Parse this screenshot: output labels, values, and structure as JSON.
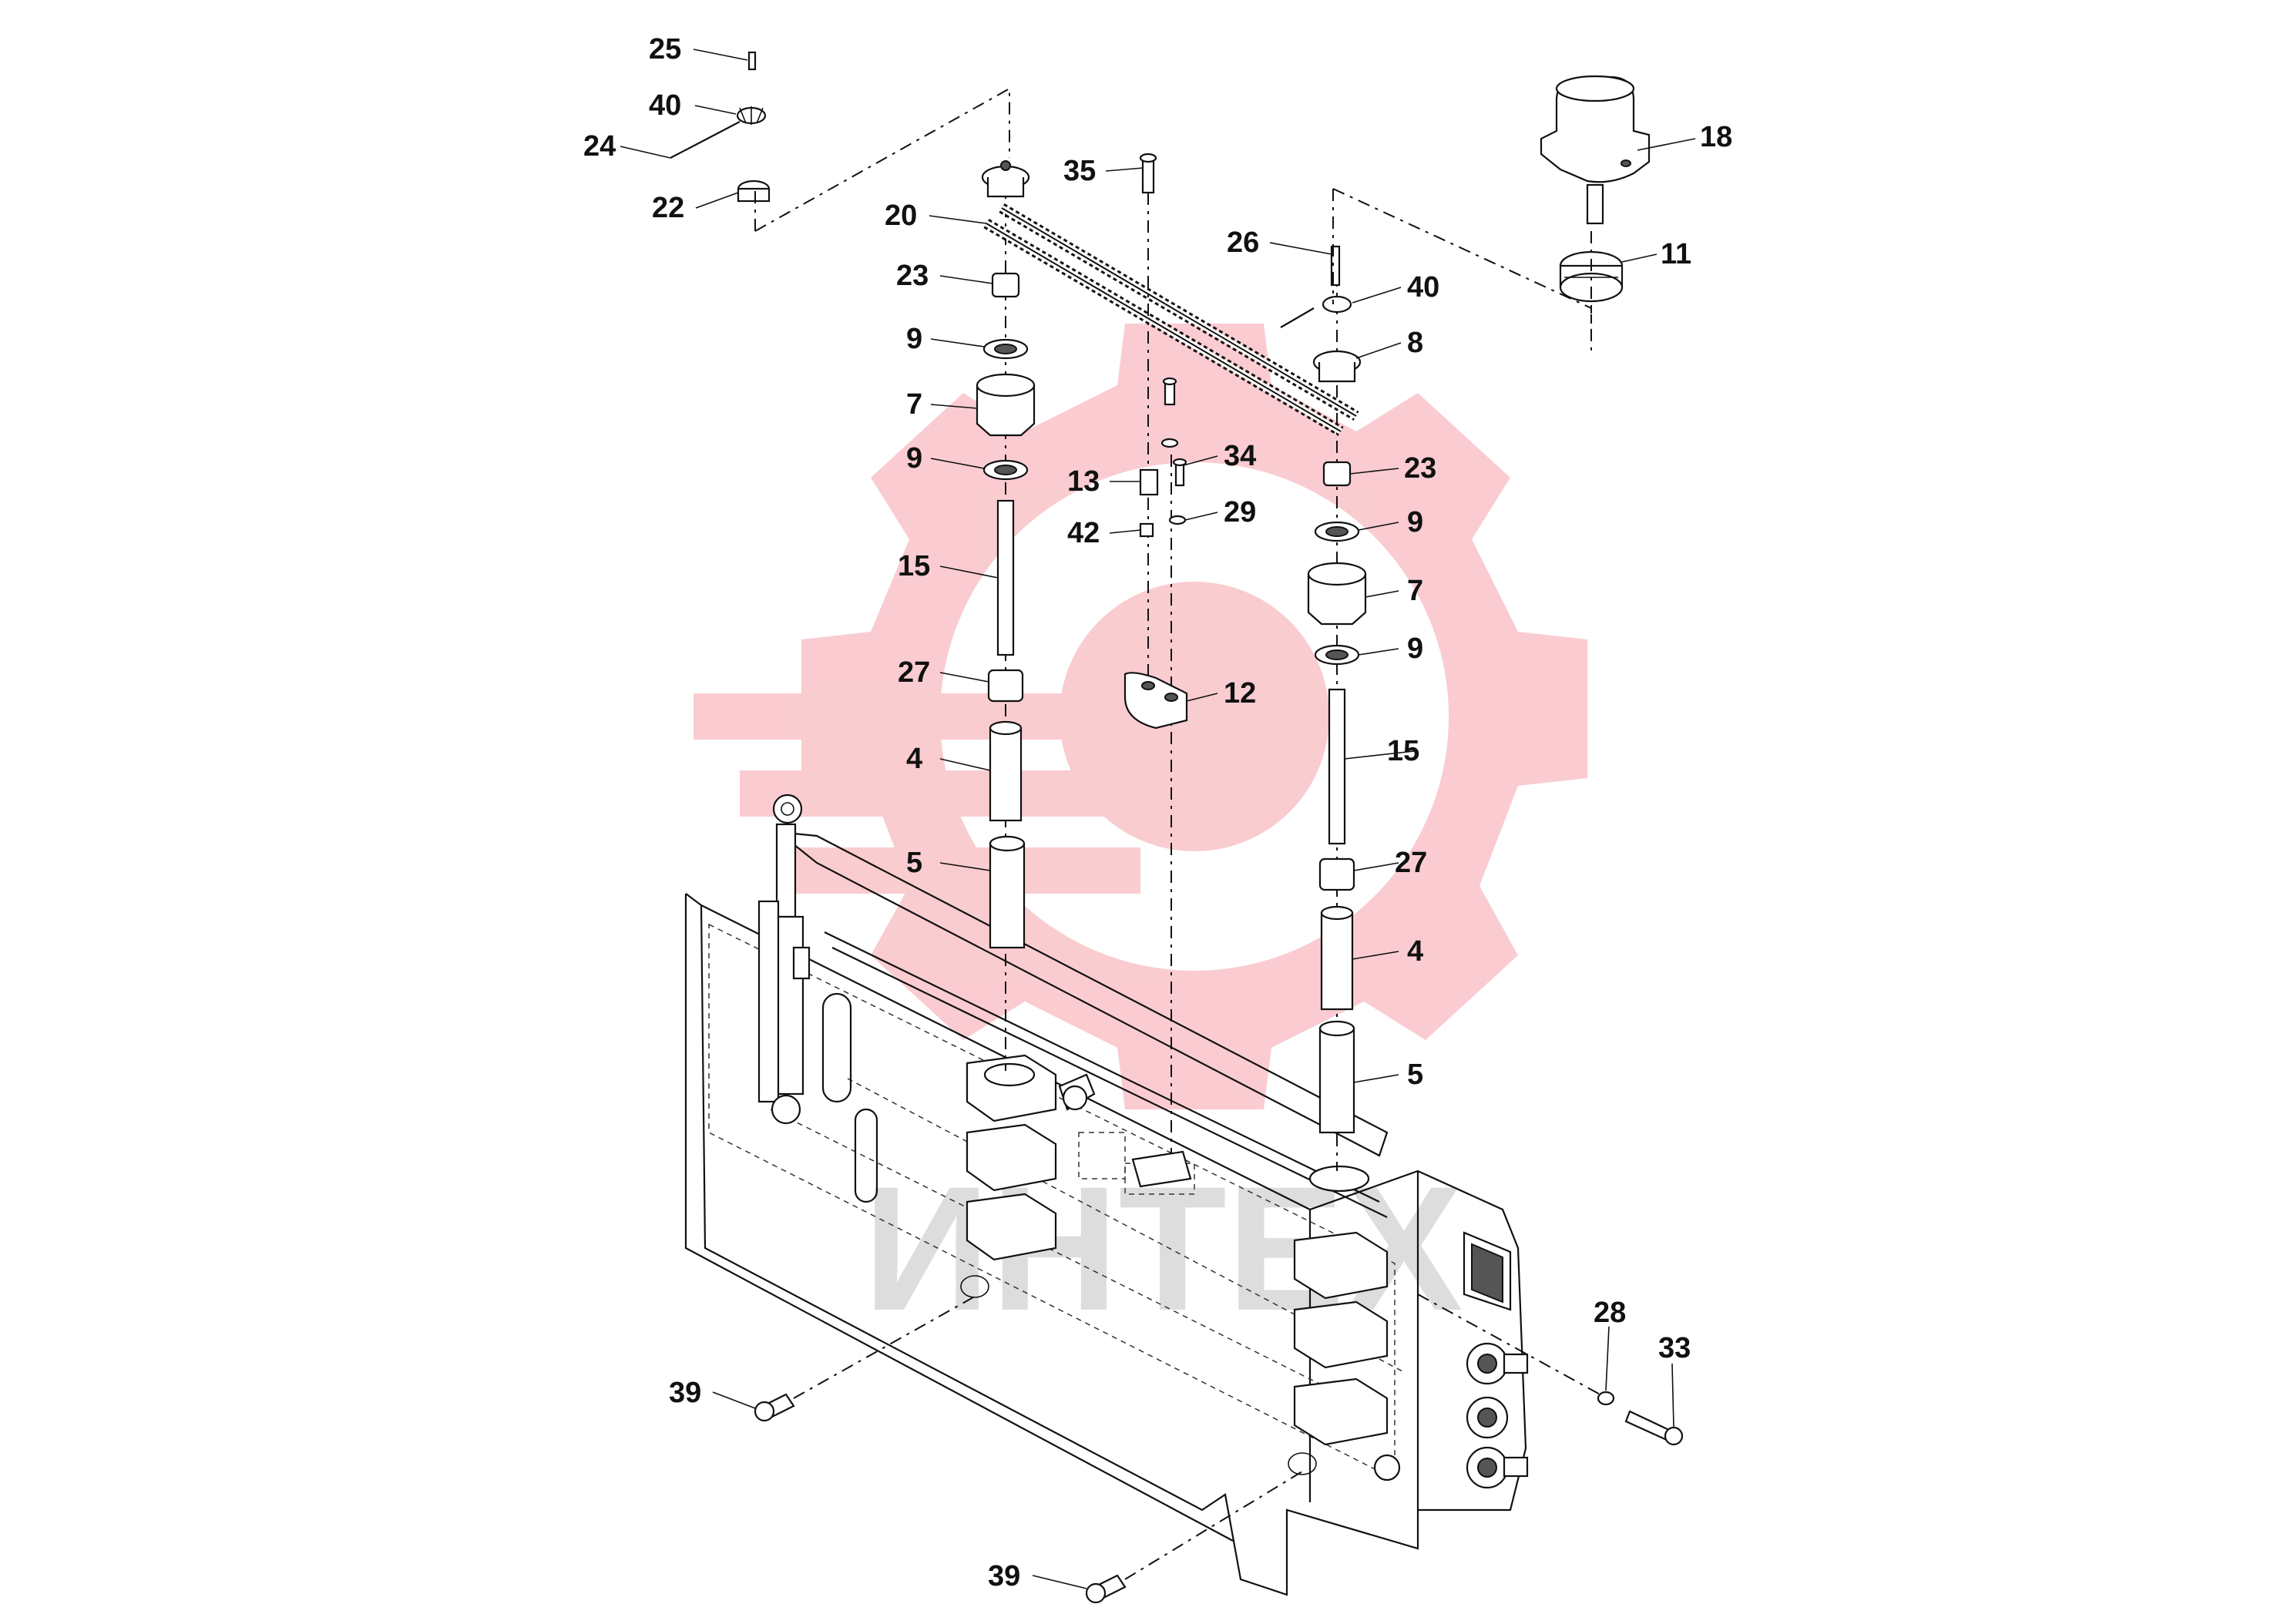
{
  "diagram": {
    "watermark": {
      "text": "ИНТЕХ",
      "gear_color": "#f4a0a8",
      "text_color": "#c8c8c8"
    },
    "callouts": [
      {
        "id": "c25",
        "text": "25"
      },
      {
        "id": "c40a",
        "text": "40"
      },
      {
        "id": "c24",
        "text": "24"
      },
      {
        "id": "c22",
        "text": "22"
      },
      {
        "id": "c20",
        "text": "20"
      },
      {
        "id": "c23a",
        "text": "23"
      },
      {
        "id": "c9a",
        "text": "9"
      },
      {
        "id": "c7a",
        "text": "7"
      },
      {
        "id": "c9b",
        "text": "9"
      },
      {
        "id": "c15a",
        "text": "15"
      },
      {
        "id": "c27a",
        "text": "27"
      },
      {
        "id": "c4a",
        "text": "4"
      },
      {
        "id": "c5a",
        "text": "5"
      },
      {
        "id": "c35",
        "text": "35"
      },
      {
        "id": "c13",
        "text": "13"
      },
      {
        "id": "c42",
        "text": "42"
      },
      {
        "id": "c34",
        "text": "34"
      },
      {
        "id": "c29",
        "text": "29"
      },
      {
        "id": "c12",
        "text": "12"
      },
      {
        "id": "c26",
        "text": "26"
      },
      {
        "id": "c40b",
        "text": "40"
      },
      {
        "id": "c8",
        "text": "8"
      },
      {
        "id": "c23b",
        "text": "23"
      },
      {
        "id": "c9c",
        "text": "9"
      },
      {
        "id": "c7b",
        "text": "7"
      },
      {
        "id": "c9d",
        "text": "9"
      },
      {
        "id": "c15b",
        "text": "15"
      },
      {
        "id": "c27b",
        "text": "27"
      },
      {
        "id": "c4b",
        "text": "4"
      },
      {
        "id": "c5b",
        "text": "5"
      },
      {
        "id": "c18",
        "text": "18"
      },
      {
        "id": "c11",
        "text": "11"
      },
      {
        "id": "c28",
        "text": "28"
      },
      {
        "id": "c33",
        "text": "33"
      },
      {
        "id": "c39a",
        "text": "39"
      },
      {
        "id": "c39b",
        "text": "39"
      }
    ]
  }
}
